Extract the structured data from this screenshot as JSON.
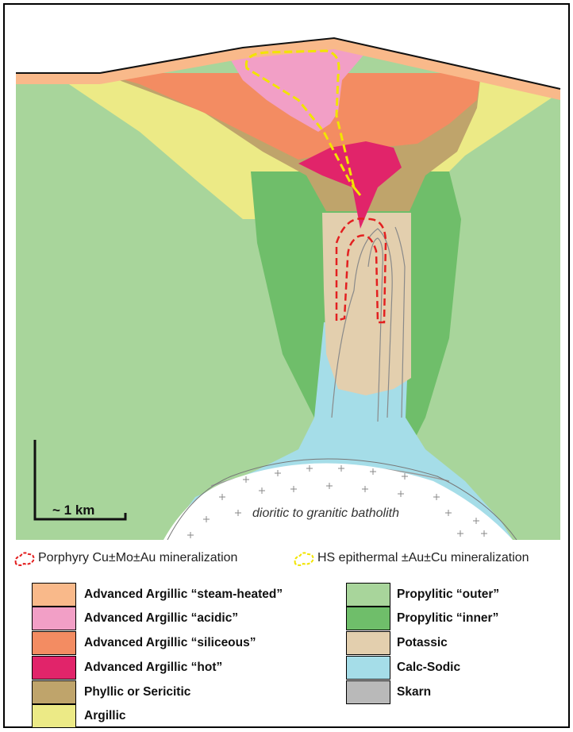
{
  "colors": {
    "steam_heated": "#f9b98a",
    "acidic": "#f29fc6",
    "siliceous": "#f38c62",
    "hot": "#e1246a",
    "phyllic": "#bfa46b",
    "argillic": "#ecea86",
    "propylitic_outer": "#a8d59b",
    "propylitic_inner": "#6fbe6a",
    "potassic": "#e3cfae",
    "calc_sodic": "#a5dde8",
    "skarn": "#b9b9b9",
    "porphyry_outline": "#e32020",
    "epithermal_outline": "#f2e400"
  },
  "section": {
    "scale_label": "~ 1 km",
    "batholith_label": "dioritic to granitic batholith"
  },
  "mineralization": {
    "porphyry_label": "Porphyry Cu±Mo±Au mineralization",
    "epithermal_label": "HS epithermal ±Au±Cu mineralization"
  },
  "legend": {
    "left": [
      {
        "label": "Advanced Argillic “steam-heated”",
        "color": "#f9b98a"
      },
      {
        "label": "Advanced Argillic “acidic”",
        "color": "#f29fc6"
      },
      {
        "label": "Advanced Argillic “siliceous”",
        "color": "#f38c62"
      },
      {
        "label": "Advanced Argillic “hot”",
        "color": "#e1246a"
      },
      {
        "label": "Phyllic or Sericitic",
        "color": "#bfa46b"
      },
      {
        "label": "Argillic",
        "color": "#ecea86"
      }
    ],
    "right": [
      {
        "label": "Propylitic “outer”",
        "color": "#a8d59b"
      },
      {
        "label": "Propylitic “inner”",
        "color": "#6fbe6a"
      },
      {
        "label": "Potassic",
        "color": "#e3cfae"
      },
      {
        "label": "Calc-Sodic",
        "color": "#a5dde8"
      },
      {
        "label": "Skarn",
        "color": "#b9b9b9"
      }
    ]
  }
}
